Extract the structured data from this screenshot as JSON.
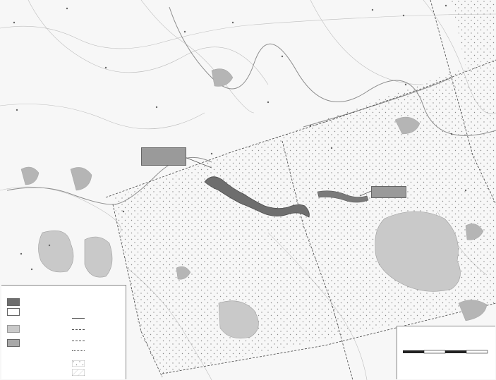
{
  "map": {
    "colors": {
      "background": "#f7f7f7",
      "reservoir": "#6e6e6e",
      "lake": "#c9c9c9",
      "wetland": "#b5b5b5",
      "river": "#9a9a9a",
      "boundary": "#555555",
      "stipple": "#8a8a8a"
    },
    "callouts": {
      "dam": "",
      "reservoir": ""
    },
    "place_labels": [
      "",
      "",
      "",
      "",
      "",
      "",
      "",
      "",
      "",
      "",
      "",
      "",
      "",
      "",
      "",
      "",
      "",
      "",
      "",
      "",
      "",
      ""
    ],
    "legend": {
      "title": "",
      "items": [
        {
          "label": "",
          "symbol": "reservoir-swatch"
        },
        {
          "label": "",
          "symbol": "watershed-swatch"
        },
        {
          "label": "",
          "symbol": "lake-swatch"
        },
        {
          "label": "",
          "symbol": "wetland-swatch"
        },
        {
          "label": "",
          "symbol": "none"
        }
      ],
      "lines_title": "",
      "lines": [
        {
          "label": "",
          "symbol": "river-line"
        },
        {
          "label": "",
          "symbol": "road-line"
        },
        {
          "label": "",
          "symbol": "boundary-line"
        },
        {
          "label": "",
          "symbol": "rail-line"
        },
        {
          "label": "",
          "symbol": "stipple-area"
        },
        {
          "label": "",
          "symbol": "hatch-area"
        }
      ],
      "north_label": ""
    },
    "scale": {
      "title": "",
      "unit": "",
      "credit": ""
    }
  }
}
